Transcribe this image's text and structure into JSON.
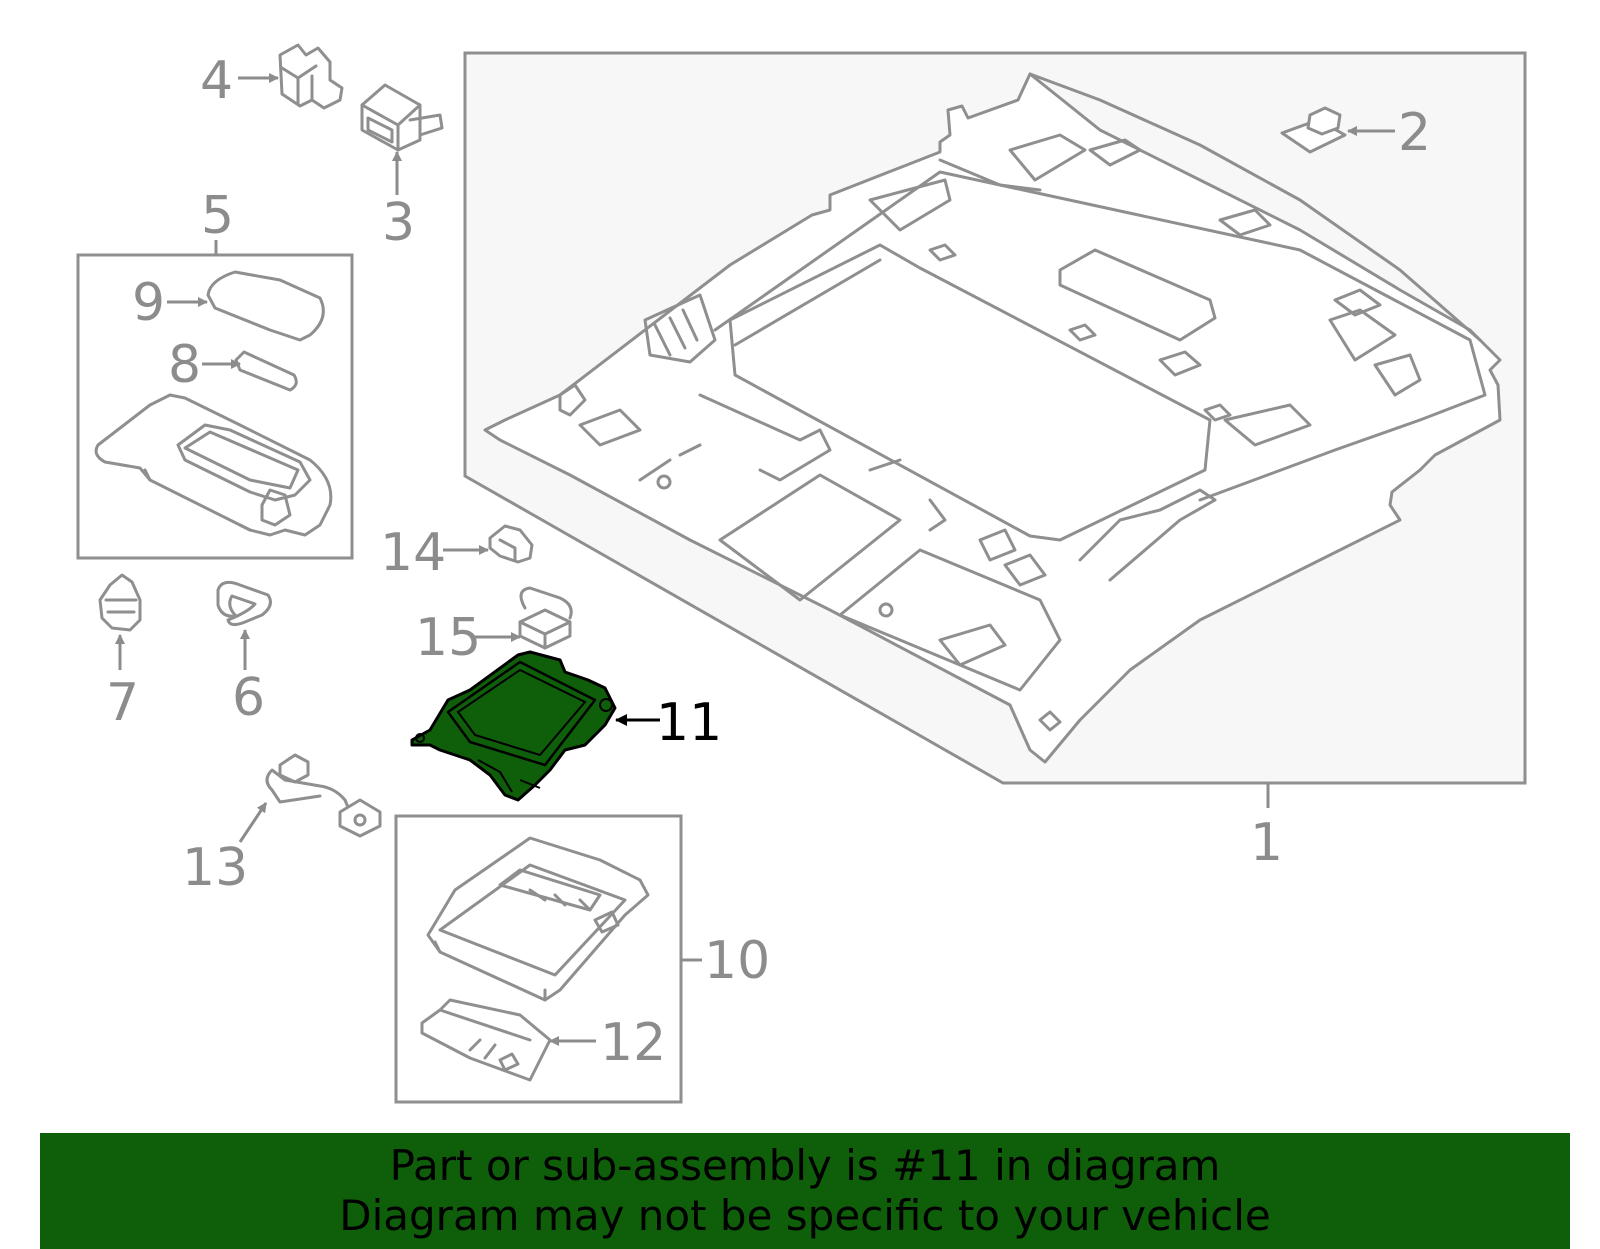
{
  "diagram": {
    "callouts": [
      "1",
      "2",
      "3",
      "4",
      "5",
      "6",
      "7",
      "8",
      "9",
      "10",
      "11",
      "12",
      "13",
      "14",
      "15"
    ],
    "highlighted_part": "11"
  },
  "banner": {
    "line1": "Part or sub-assembly is #11 in diagram",
    "line2": "Diagram may not be specific to your vehicle"
  },
  "colors": {
    "highlight": "#0f5f0a",
    "banner_bg": "#0f5f0a",
    "line": "#8f8f8f",
    "text": "#8c8c8c"
  }
}
